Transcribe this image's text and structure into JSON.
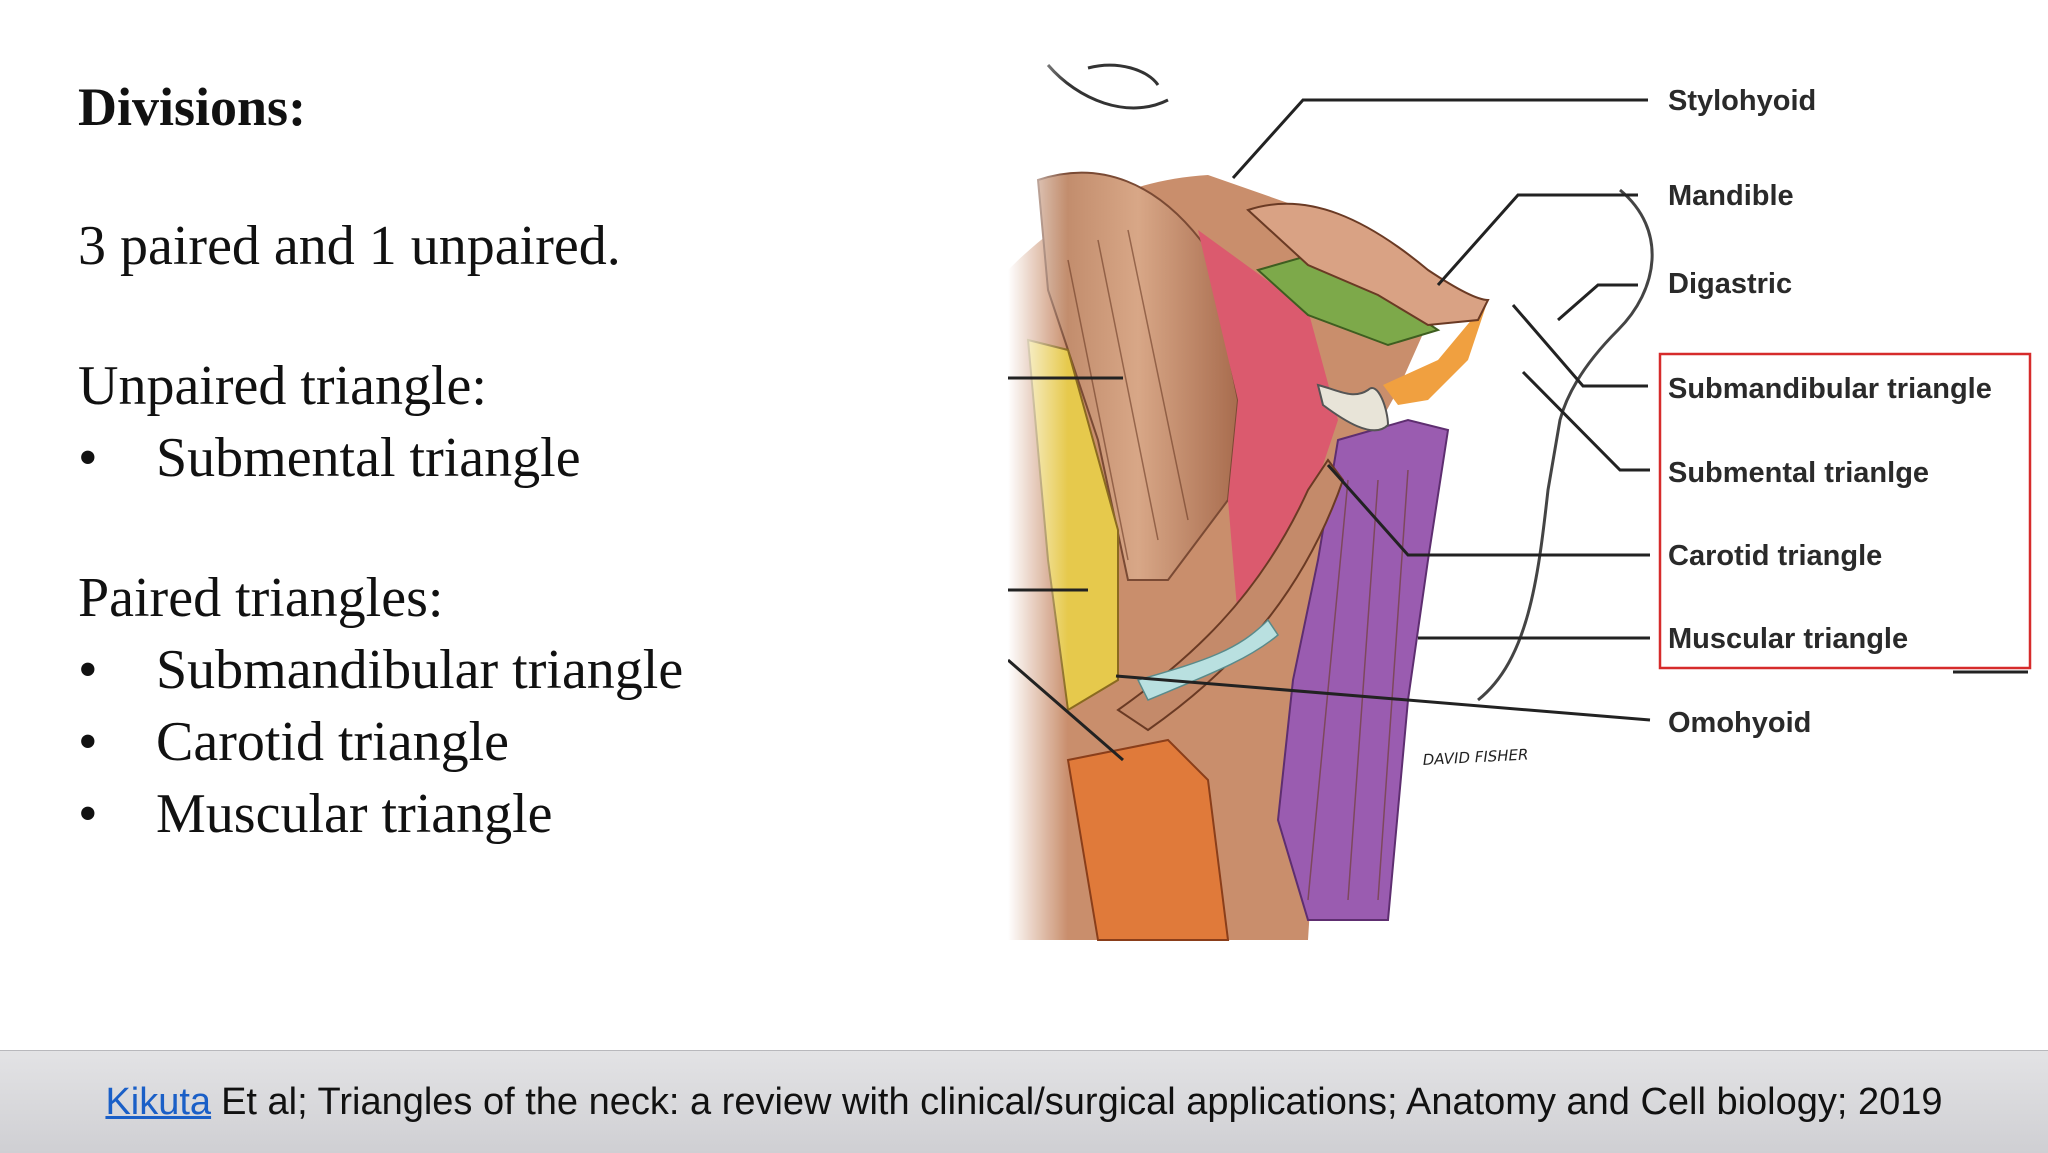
{
  "slide": {
    "heading": "Divisions:",
    "summary": "3 paired and 1 unpaired.",
    "unpaired_title": "Unpaired triangle:",
    "unpaired_items": [
      "Submental triangle"
    ],
    "paired_title": "Paired triangles:",
    "paired_items": [
      "Submandibular triangle",
      "Carotid triangle",
      "Muscular triangle"
    ],
    "bullet": "•"
  },
  "figure": {
    "labels": {
      "stylohyoid": "Stylohyoid",
      "mandible": "Mandible",
      "digastric": "Digastric",
      "submandibular": "Submandibular triangle",
      "submental": "Submental trianlge",
      "carotid": "Carotid triangle",
      "muscular": "Muscular triangle",
      "omohyoid": "Omohyoid"
    },
    "signature": "DAVID FISHER",
    "highlight_color": "#d62b2b"
  },
  "footer": {
    "link_text": "Kikuta",
    "citation": "Et al; Triangles of the neck: a review with clinical/surgical applications; Anatomy and Cell biology; 2019"
  }
}
